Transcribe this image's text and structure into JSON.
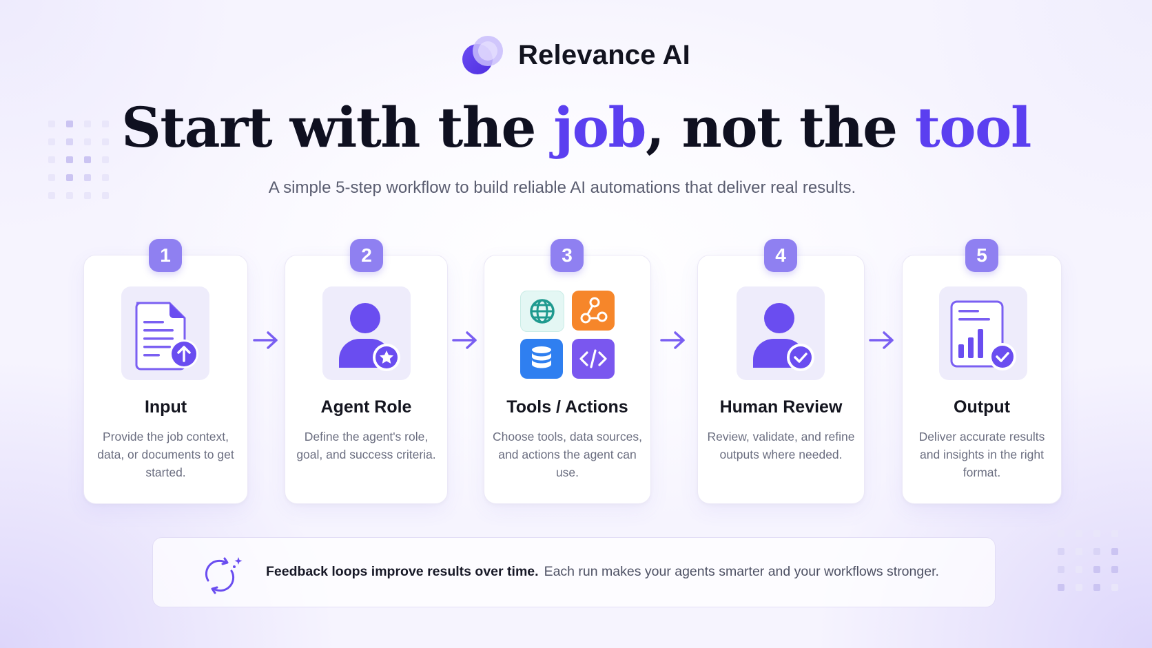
{
  "brand": {
    "name": "Relevance AI"
  },
  "headline": {
    "part1": "Start with the ",
    "accent1": "job",
    "part2": ", not the ",
    "accent2": "tool"
  },
  "subtitle": "A simple 5-step workflow to build reliable AI automations that deliver real results.",
  "steps": [
    {
      "number": "1",
      "title": "Input",
      "description": "Provide the job context, data, or documents to get started.",
      "icon": "document-upload-icon"
    },
    {
      "number": "2",
      "title": "Agent Role",
      "description": "Define the agent's role, goal, and success criteria.",
      "icon": "user-star-icon"
    },
    {
      "number": "3",
      "title": "Tools / Actions",
      "description": "Choose tools, data sources, and actions the agent can use.",
      "icon": "tools-grid-icon"
    },
    {
      "number": "4",
      "title": "Human Review",
      "description": "Review, validate, and refine outputs where needed.",
      "icon": "user-check-icon"
    },
    {
      "number": "5",
      "title": "Output",
      "description": "Deliver accurate results and insights in the right format.",
      "icon": "report-check-icon"
    }
  ],
  "feedback": {
    "strong": "Feedback loops improve results over time.",
    "text": "Each run makes your agents smarter and your workflows stronger.",
    "icon": "refresh-loop-icon"
  },
  "colors": {
    "accent": "#5b3ff0",
    "badge": "#8f80f1",
    "icon_purple": "#6a4df0",
    "globe_bg": "#e4f7f4",
    "globe": "#1f9a8f",
    "nodes_bg": "#f6862a",
    "database_bg": "#2f7ff0",
    "code_bg": "#7a57ef"
  }
}
